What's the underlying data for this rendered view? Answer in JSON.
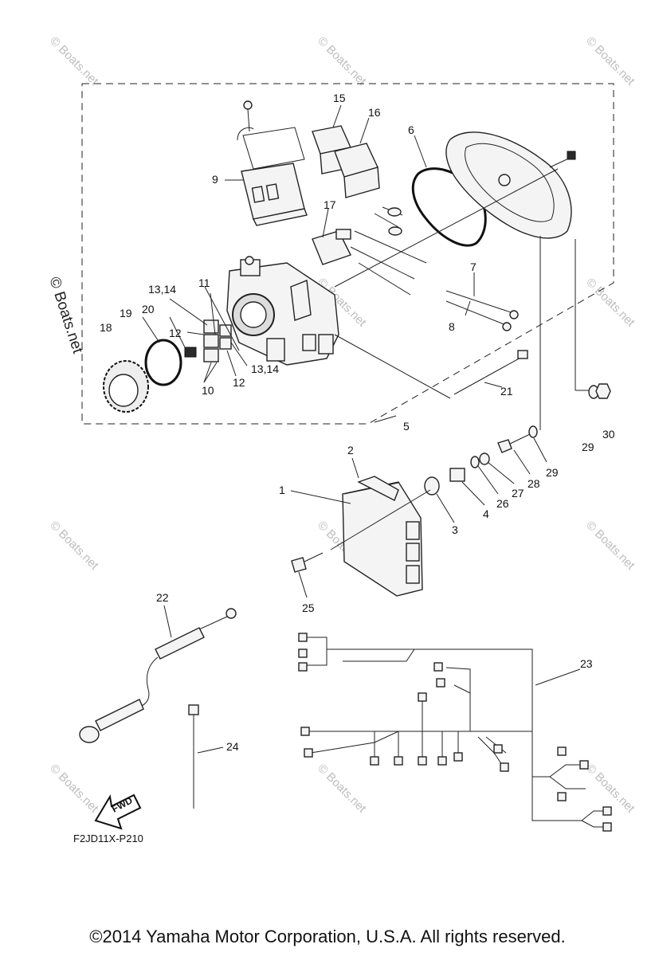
{
  "watermark": {
    "small": "© Boats.net",
    "large": "© Boats.net"
  },
  "figure_code": "F2JD11X-P210",
  "fwd_label": "FWD",
  "copyright": "©2014 Yamaha Motor Corporation, U.S.A. All rights reserved.",
  "callouts": {
    "c1": "1",
    "c2": "2",
    "c3": "3",
    "c4": "4",
    "c5": "5",
    "c6": "6",
    "c7": "7",
    "c8": "8",
    "c9": "9",
    "c10": "10",
    "c11": "11",
    "c12a": "12",
    "c12b": "12",
    "c13a": "13,14",
    "c13b": "13,14",
    "c15": "15",
    "c16": "16",
    "c17": "17",
    "c18": "18",
    "c19": "19",
    "c20": "20",
    "c21": "21",
    "c22": "22",
    "c23": "23",
    "c24": "24",
    "c25": "25",
    "c26": "26",
    "c27": "27",
    "c28": "28",
    "c29a": "29",
    "c29b": "29",
    "c30": "30"
  }
}
